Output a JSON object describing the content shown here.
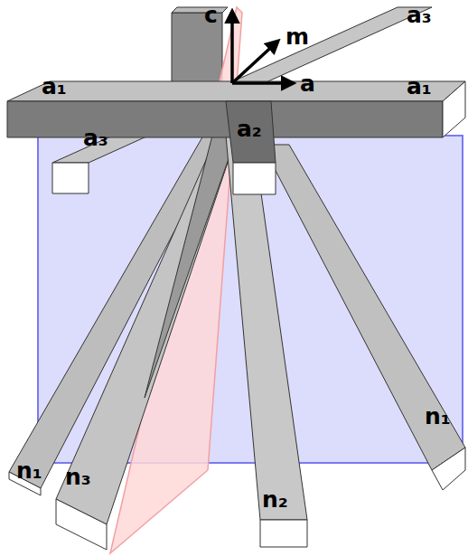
{
  "diagram": {
    "labels": [
      "c",
      "m",
      "a",
      "a₃",
      "a₁",
      "a₁",
      "a₃",
      "a₂",
      "n₁",
      "n₃",
      "n₂",
      "n₁"
    ]
  }
}
